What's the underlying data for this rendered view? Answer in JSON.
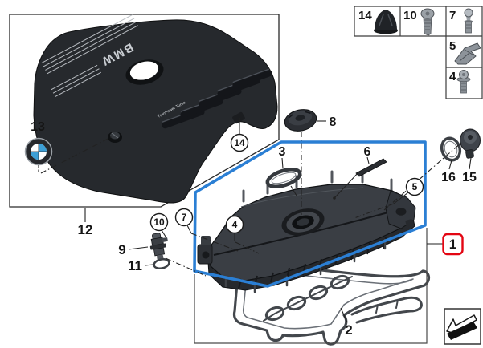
{
  "colors": {
    "highlight_blue": "#2b7fd4",
    "label_red": "#e30613",
    "roundel_blue": "#3d9fd6",
    "line_dark": "#1a1a1a"
  },
  "labels": {
    "part1": "1",
    "part2": "2",
    "part3": "3",
    "part4": "4",
    "part5": "5",
    "part6": "6",
    "part7": "7",
    "part8": "8",
    "part9": "9",
    "part10": "10",
    "part11": "11",
    "part12": "12",
    "part13": "13",
    "part14": "14",
    "part15": "15",
    "part16": "16"
  },
  "engine_cover": {
    "brand_text": "BMW",
    "badge_text": "TwinPower Turbo"
  }
}
